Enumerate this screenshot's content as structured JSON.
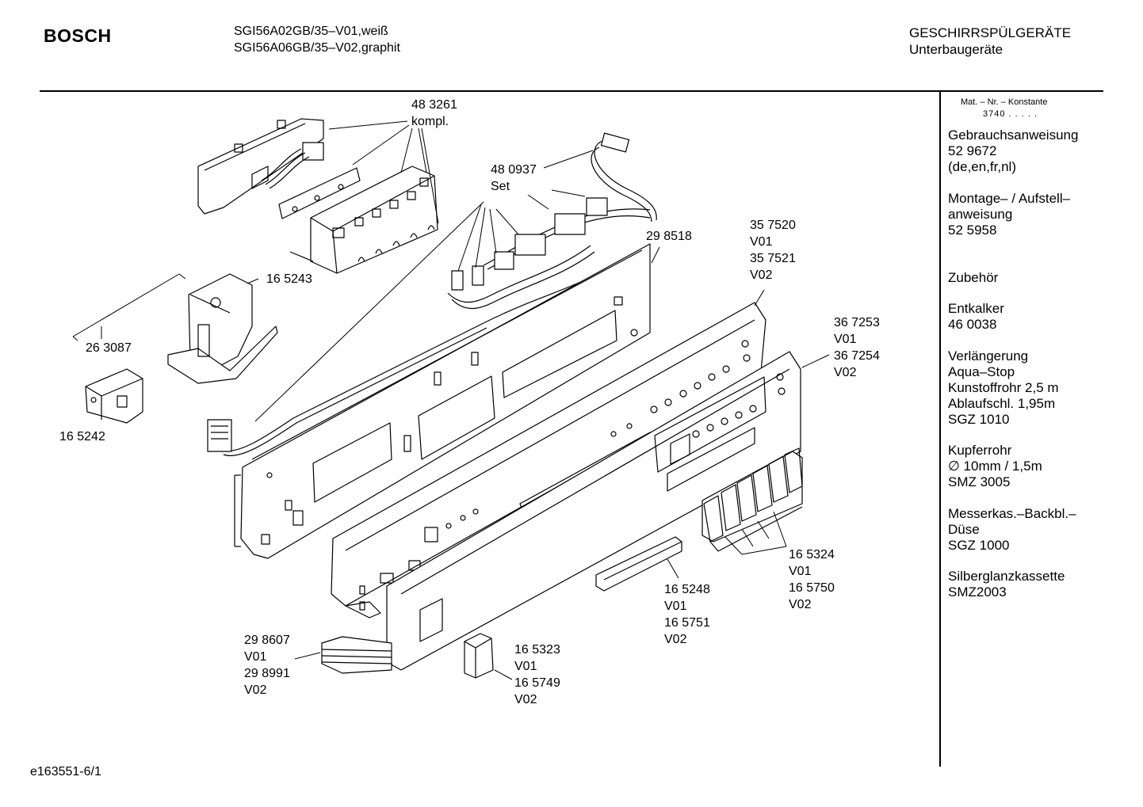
{
  "header": {
    "brand": "BOSCH",
    "models": [
      "SGI56A02GB/35–V01,weiß",
      "SGI56A06GB/35–V02,graphit"
    ],
    "category": "GESCHIRRSPÜLGERÄTE",
    "subcategory": "Unterbaugeräte"
  },
  "sidebar": {
    "mat_label": "Mat. – Nr. – Konstante",
    "mat_number": "3740 . . . . .",
    "items": [
      {
        "lines": [
          "Gebrauchsanweisung",
          "52 9672",
          "(de,en,fr,nl)"
        ]
      },
      {
        "lines": [
          "Montage– / Aufstell–",
          "anweisung",
          "52 5958"
        ]
      },
      {
        "lines": [
          "Zubehör"
        ]
      },
      {
        "lines": [
          "Entkalker",
          "46 0038"
        ]
      },
      {
        "lines": [
          "Verlängerung",
          "Aqua–Stop",
          "Kunstoffrohr 2,5 m",
          "Ablaufschl. 1,95m",
          "SGZ 1010"
        ]
      },
      {
        "lines": [
          "Kupferrohr",
          "∅ 10mm / 1,5m",
          "SMZ 3005"
        ]
      },
      {
        "lines": [
          "Messerkas.–Backbl.–",
          "Düse",
          "SGZ 1000"
        ]
      },
      {
        "lines": [
          "Silberglanzkassette",
          "SMZ2003"
        ]
      }
    ]
  },
  "parts": [
    {
      "lines": [
        "48 3261",
        "kompl."
      ]
    },
    {
      "lines": [
        "48 0937",
        "Set"
      ]
    },
    {
      "lines": [
        "29 8518"
      ]
    },
    {
      "lines": [
        "16 5243"
      ]
    },
    {
      "lines": [
        "26 3087"
      ]
    },
    {
      "lines": [
        "16 5242"
      ]
    },
    {
      "lines": [
        "35 7520",
        "V01",
        "35 7521",
        "V02"
      ]
    },
    {
      "lines": [
        "36 7253",
        "V01",
        "36 7254",
        "V02"
      ]
    },
    {
      "lines": [
        "16 5324",
        "V01",
        "16 5750",
        "V02"
      ]
    },
    {
      "lines": [
        "16 5248",
        "V01",
        "16 5751",
        "V02"
      ]
    },
    {
      "lines": [
        "16 5323",
        "V01",
        "16 5749",
        "V02"
      ]
    },
    {
      "lines": [
        "29 8607",
        "V01",
        "29 8991",
        "V02"
      ]
    }
  ],
  "footer": {
    "code": "e163551-6/1"
  }
}
